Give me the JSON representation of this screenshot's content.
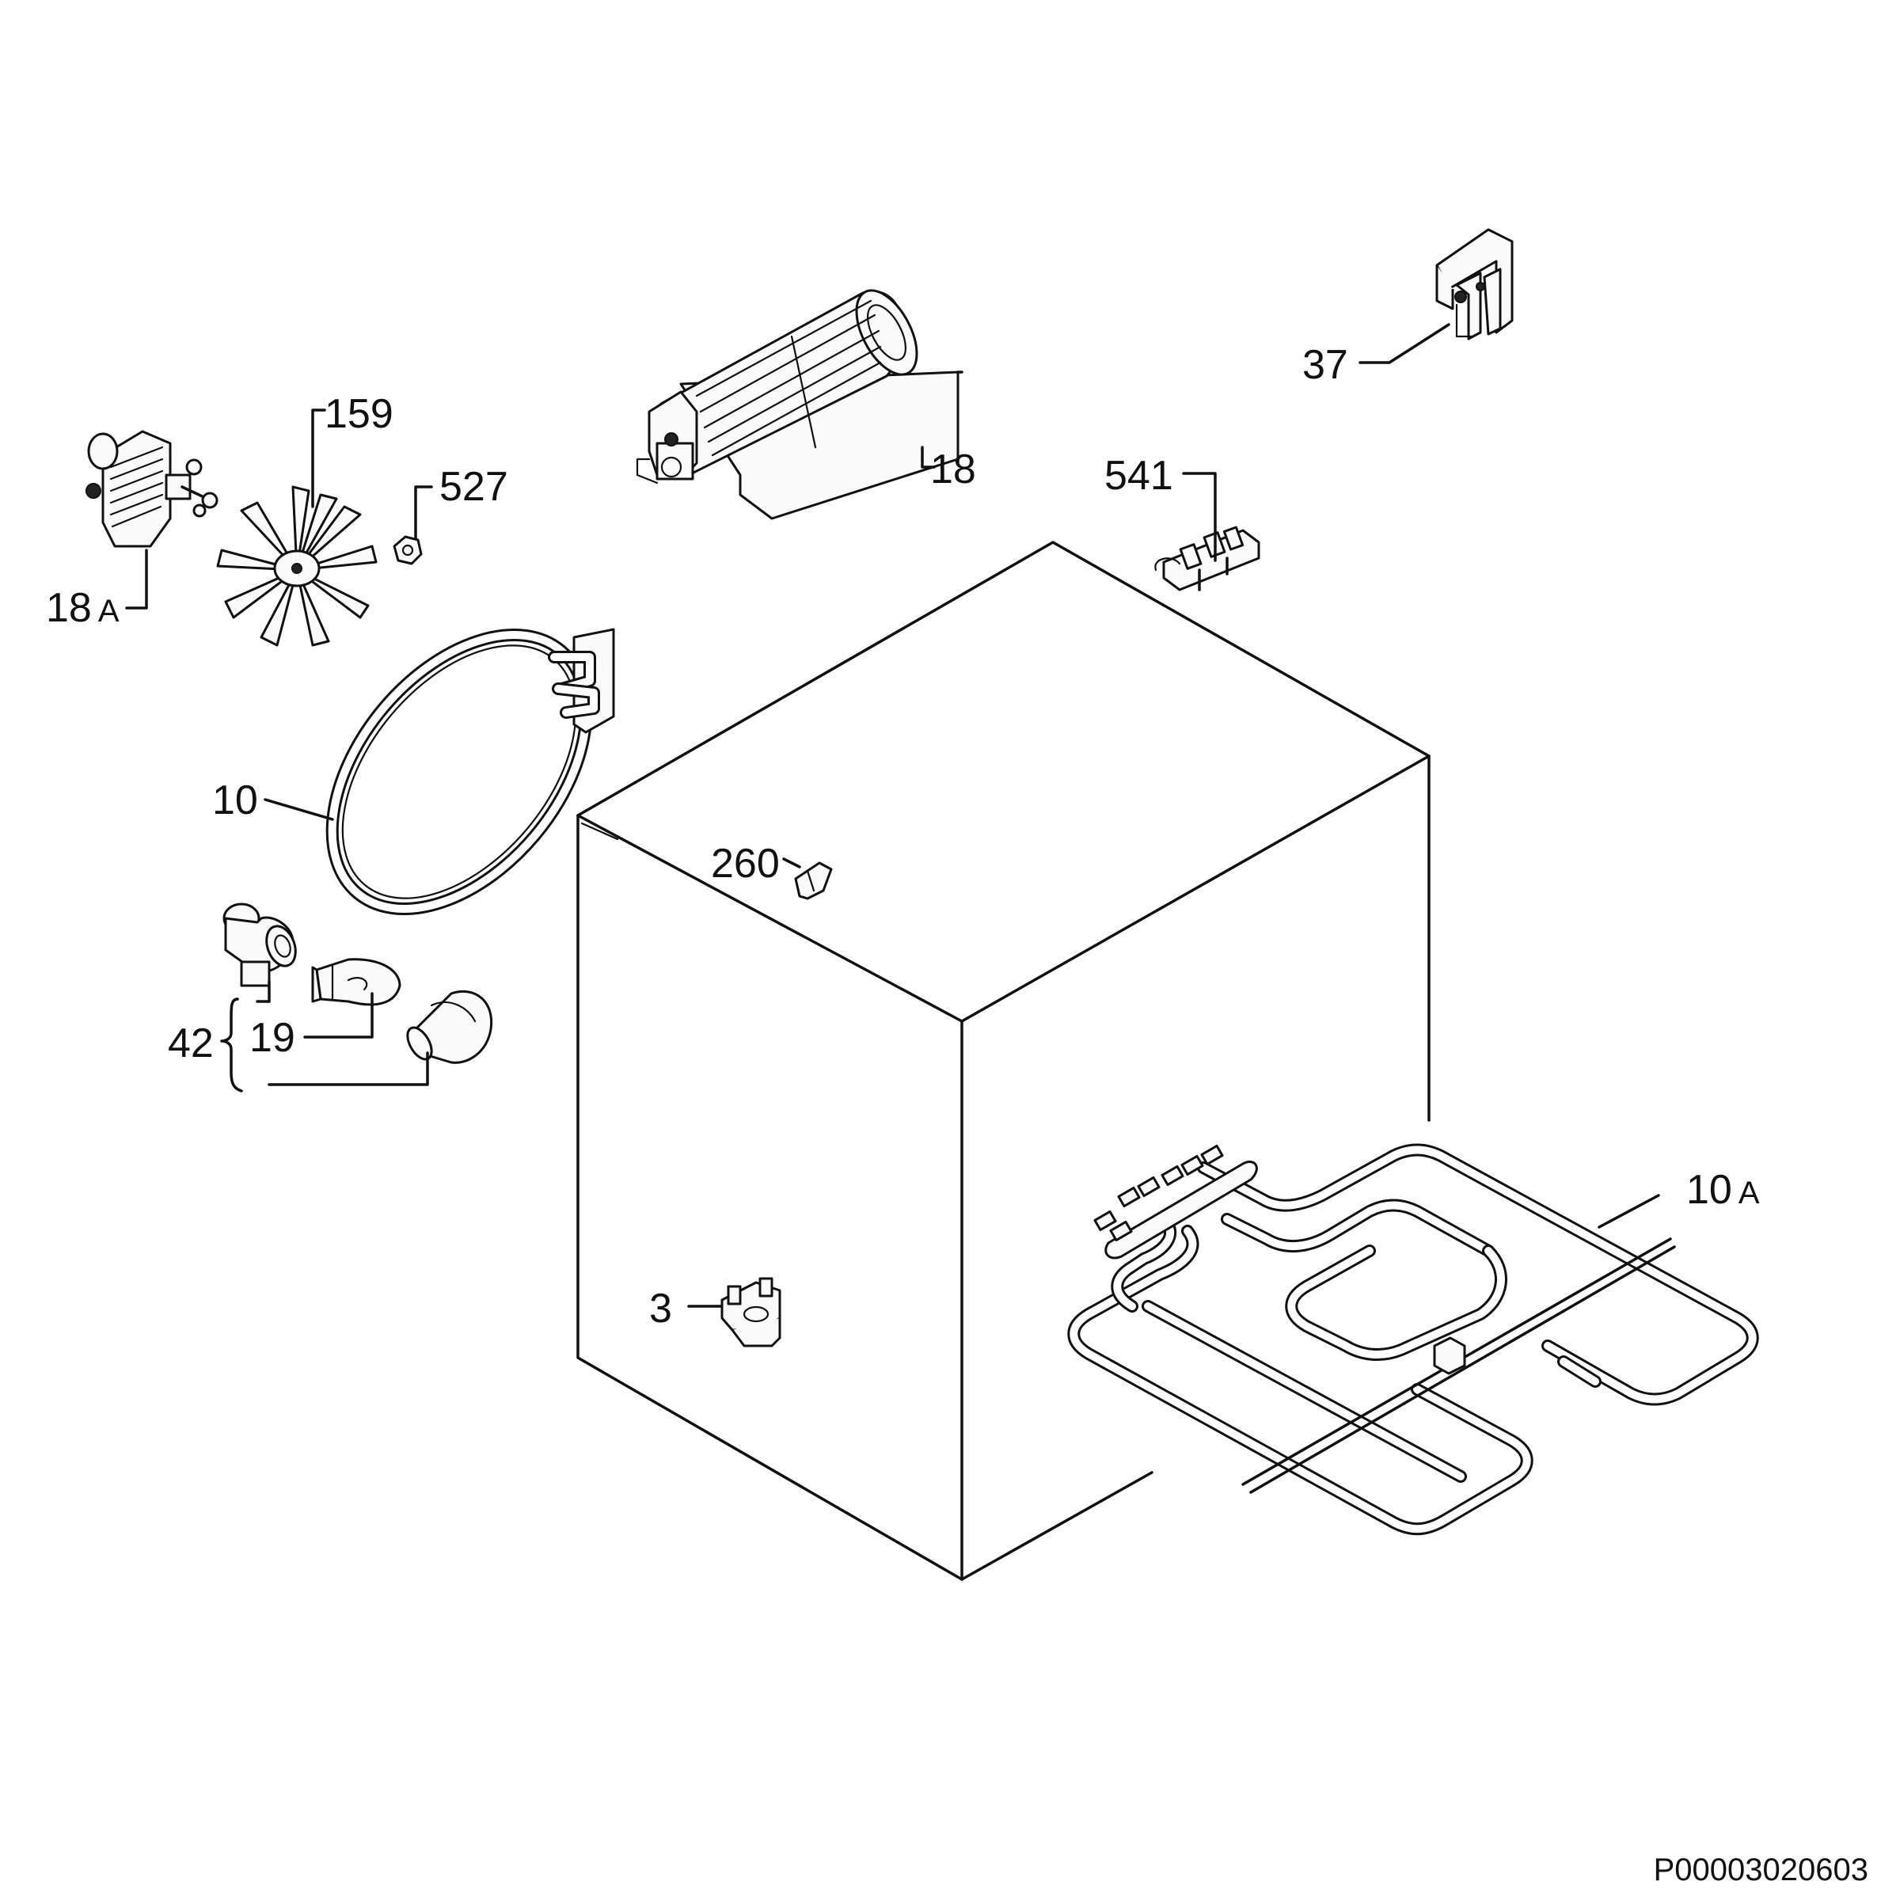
{
  "document_id": "P00003020603",
  "callouts": {
    "c_37": {
      "num": "37",
      "suffix": ""
    },
    "c_159": {
      "num": "159",
      "suffix": ""
    },
    "c_527": {
      "num": "527",
      "suffix": ""
    },
    "c_18": {
      "num": "18",
      "suffix": ""
    },
    "c_541": {
      "num": "541",
      "suffix": ""
    },
    "c_18a": {
      "num": "18",
      "suffix": "A"
    },
    "c_10": {
      "num": "10",
      "suffix": ""
    },
    "c_260": {
      "num": "260",
      "suffix": ""
    },
    "c_42": {
      "num": "42",
      "suffix": ""
    },
    "c_19": {
      "num": "19",
      "suffix": ""
    },
    "c_10a": {
      "num": "10",
      "suffix": "A"
    },
    "c_3": {
      "num": "3",
      "suffix": ""
    }
  }
}
